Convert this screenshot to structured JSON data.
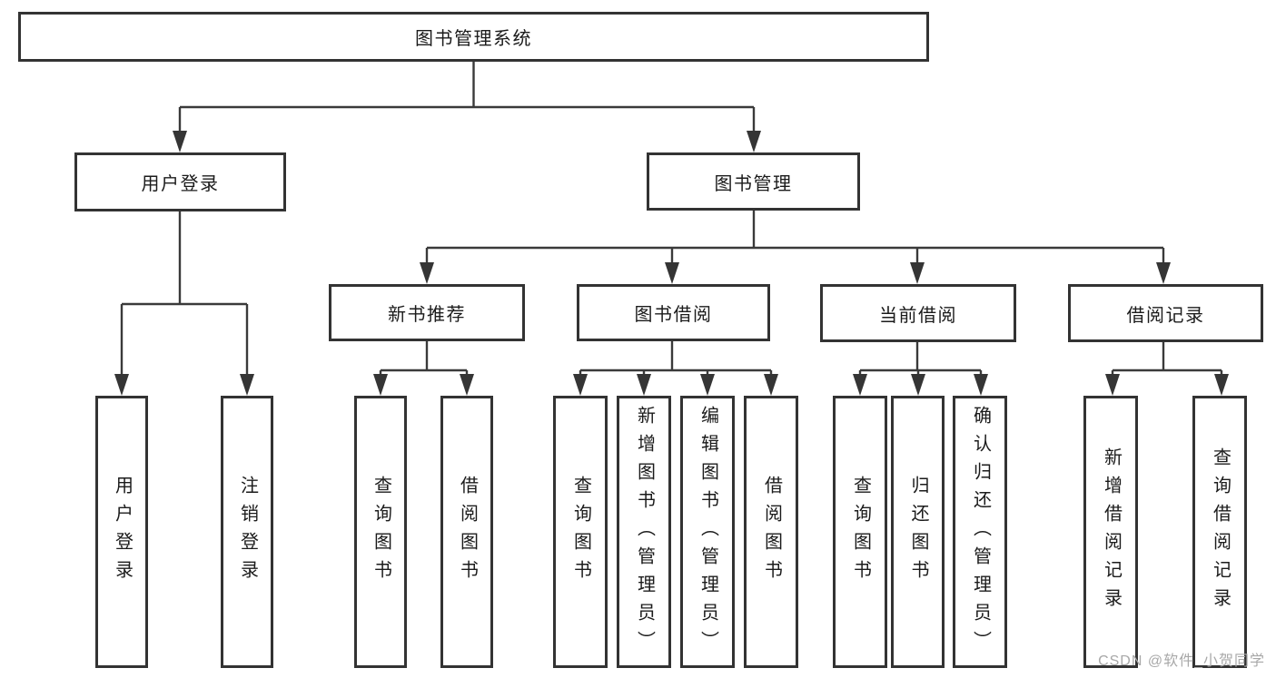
{
  "diagram": {
    "type": "hierarchy-tree",
    "watermark": "CSDN @软件_小贺同学",
    "colors": {
      "line": "#3a3a3a",
      "box_border": "#333333",
      "text": "#1b1b1b",
      "background": "#ffffff",
      "watermark": "#a8a8a8"
    }
  },
  "tree": {
    "label": "图书管理系统",
    "children": [
      {
        "label": "用户登录",
        "children": [
          {
            "label": "用户登录"
          },
          {
            "label": "注销登录"
          }
        ]
      },
      {
        "label": "图书管理",
        "children": [
          {
            "label": "新书推荐",
            "children": [
              {
                "label": "查询图书"
              },
              {
                "label": "借阅图书"
              }
            ]
          },
          {
            "label": "图书借阅",
            "children": [
              {
                "label": "查询图书"
              },
              {
                "label": "新增图书（管理员）"
              },
              {
                "label": "编辑图书（管理员）"
              },
              {
                "label": "借阅图书"
              }
            ]
          },
          {
            "label": "当前借阅",
            "children": [
              {
                "label": "查询图书"
              },
              {
                "label": "归还图书"
              },
              {
                "label": "确认归还（管理员）"
              }
            ]
          },
          {
            "label": "借阅记录",
            "children": [
              {
                "label": "新增借阅记录"
              },
              {
                "label": "查询借阅记录"
              }
            ]
          }
        ]
      }
    ]
  }
}
